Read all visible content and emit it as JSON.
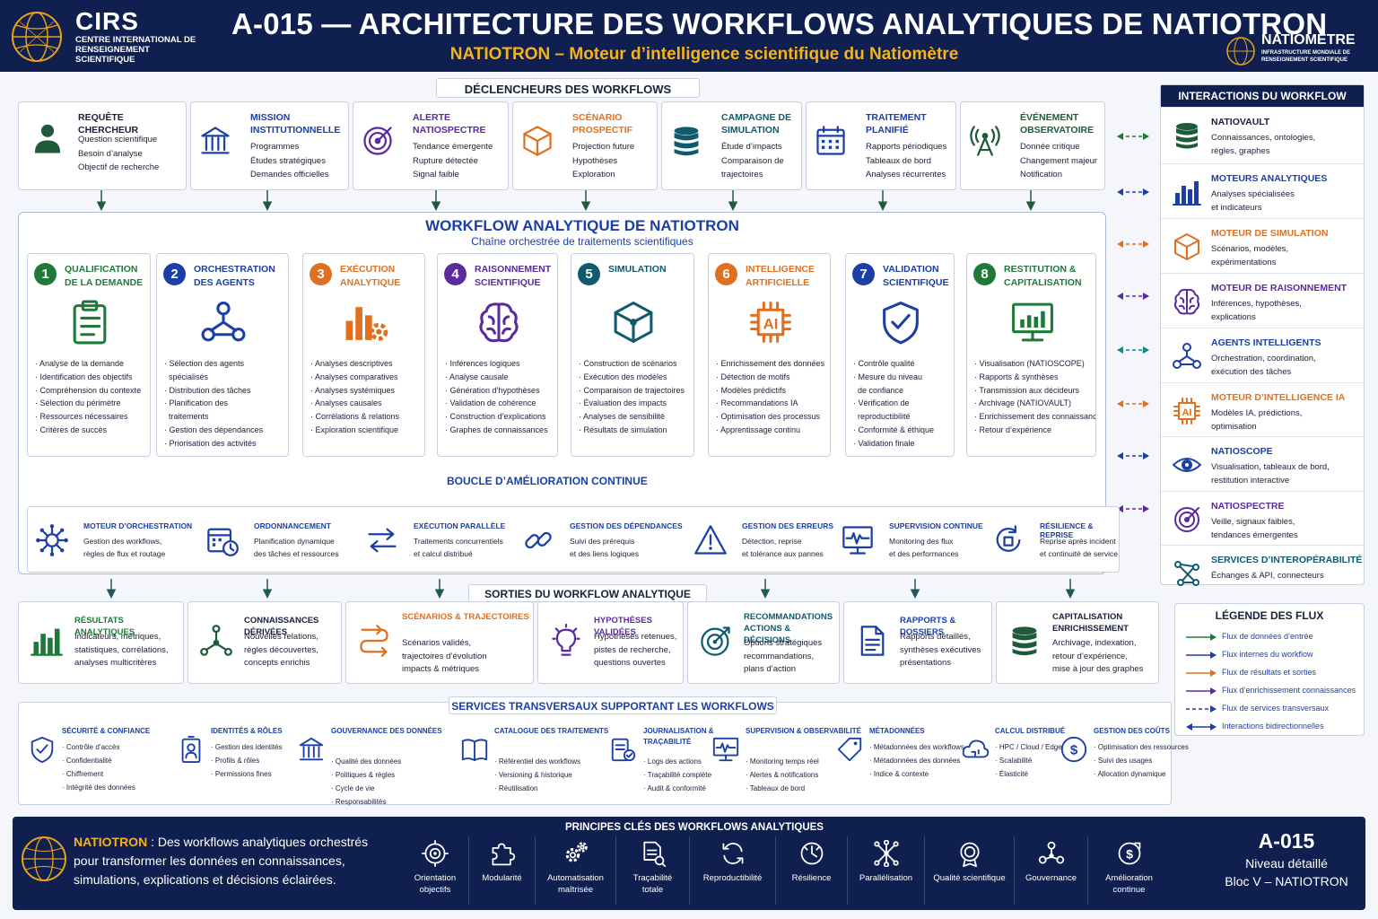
{
  "header": {
    "org_short": "CIRS",
    "org_full": "CENTRE INTERNATIONAL DE RENSEIGNEMENT SCIENTIFIQUE",
    "title": "A-015 — ARCHITECTURE DES WORKFLOWS ANALYTIQUES DE NATIOTRON",
    "subtitle": "NATIOTRON – Moteur d’intelligence scientifique du Natiomètre",
    "brand_right": "NATIOMÈTRE",
    "brand_right_sub": "INFRASTRUCTURE MONDIALE DE RENSEIGNEMENT SCIENTIFIQUE"
  },
  "triggers": {
    "section_title": "DÉCLENCHEURS DES WORKFLOWS",
    "items": [
      {
        "title": "REQUÊTE CHERCHEUR",
        "lines": [
          "Question scientifique",
          "Besoin d’analyse",
          "Objectif de recherche"
        ],
        "icon": "person-icon"
      },
      {
        "title": "MISSION INSTITUTIONNELLE",
        "lines": [
          "Programmes",
          "Études stratégiques",
          "Demandes officielles"
        ],
        "icon": "institution-icon"
      },
      {
        "title": "ALERTE NATIOSPECTRE",
        "lines": [
          "Tendance émergente",
          "Rupture détectée",
          "Signal faible"
        ],
        "icon": "target-icon"
      },
      {
        "title": "SCÉNARIO PROSPECTIF",
        "lines": [
          "Projection future",
          "Hypothèses",
          "Exploration"
        ],
        "icon": "cube-icon"
      },
      {
        "title": "CAMPAGNE DE SIMULATION",
        "lines": [
          "Étude d’impacts",
          "Comparaison de",
          "trajectoires"
        ],
        "icon": "database-icon"
      },
      {
        "title": "TRAITEMENT PLANIFIÉ",
        "lines": [
          "Rapports périodiques",
          "Tableaux de bord",
          "Analyses récurrentes"
        ],
        "icon": "calendar-icon"
      },
      {
        "title": "ÉVÉNEMENT OBSERVATOIRE",
        "lines": [
          "Donnée critique",
          "Changement majeur",
          "Notification"
        ],
        "icon": "antenna-icon"
      }
    ]
  },
  "workflow": {
    "title": "WORKFLOW ANALYTIQUE DE NATIOTRON",
    "subtitle": "Chaîne orchestrée de traitements scientifiques",
    "loop_label": "BOUCLE D’AMÉLIORATION CONTINUE",
    "steps": [
      {
        "num": "1",
        "title": "QUALIFICATION DE LA DEMANDE",
        "color": "#1f7a3a",
        "icon": "clipboard-icon",
        "lines": [
          "· Analyse de la demande",
          "· Identification des objectifs",
          "· Compréhension du contexte",
          "· Sélection du périmètre",
          "· Ressources nécessaires",
          "· Critères de succès"
        ]
      },
      {
        "num": "2",
        "title": "ORCHESTRATION DES AGENTS",
        "color": "#1b3fa6",
        "icon": "agents-icon",
        "lines": [
          "· Sélection des agents",
          "  spécialisés",
          "· Distribution des tâches",
          "· Planification des",
          "  traitements",
          "· Gestion des dépendances",
          "· Priorisation des activités"
        ]
      },
      {
        "num": "3",
        "title": "EXÉCUTION ANALYTIQUE",
        "color": "#e07020",
        "icon": "chart-gear-icon",
        "lines": [
          "· Analyses descriptives",
          "· Analyses comparatives",
          "· Analyses systémiques",
          "· Analyses causales",
          "· Corrélations & relations",
          "· Exploration scientifique"
        ]
      },
      {
        "num": "4",
        "title": "RAISONNEMENT SCIENTIFIQUE",
        "color": "#5b2a9e",
        "icon": "brain-icon",
        "lines": [
          "· Inférences logiques",
          "· Analyse causale",
          "· Génération d’hypothèses",
          "· Validation de cohérence",
          "· Construction d’explications",
          "· Graphes de connaissances"
        ]
      },
      {
        "num": "5",
        "title": "SIMULATION",
        "color": "#0f5a6e",
        "icon": "simulation-cube-icon",
        "lines": [
          "· Construction de scénarios",
          "· Exécution des modèles",
          "· Comparaison de trajectoires",
          "· Évaluation des impacts",
          "· Analyses de sensibilité",
          "· Résultats de simulation"
        ]
      },
      {
        "num": "6",
        "title": "INTELLIGENCE ARTIFICIELLE",
        "color": "#e07020",
        "icon": "ai-chip-icon",
        "lines": [
          "· Enrichissement des données",
          "· Détection de motifs",
          "· Modèles prédictifs",
          "· Recommandations IA",
          "· Optimisation des processus",
          "· Apprentissage continu"
        ]
      },
      {
        "num": "7",
        "title": "VALIDATION SCIENTIFIQUE",
        "color": "#1b3fa6",
        "icon": "shield-check-icon",
        "lines": [
          "· Contrôle qualité",
          "· Mesure du niveau",
          "  de confiance",
          "· Vérification de",
          "  reproductibilité",
          "· Conformité & éthique",
          "· Validation finale"
        ]
      },
      {
        "num": "8",
        "title": "RESTITUTION & CAPITALISATION",
        "color": "#1f7a3a",
        "icon": "monitor-chart-icon",
        "lines": [
          "· Visualisation (NATIOSCOPE)",
          "· Rapports & synthèses",
          "· Transmission aux décideurs",
          "· Archivage (NATIOVAULT)",
          "· Enrichissement des connaissances",
          "· Retour d’expérience"
        ]
      }
    ]
  },
  "infrastructure": [
    {
      "title": "MOTEUR D’ORCHESTRATION",
      "lines": [
        "Gestion des workflows,",
        "règles de flux et routage"
      ],
      "icon": "hub-icon"
    },
    {
      "title": "ORDONNANCEMENT",
      "lines": [
        "Planification dynamique",
        "des tâches et ressources"
      ],
      "icon": "calendar-clock-icon"
    },
    {
      "title": "EXÉCUTION PARALLÈLE",
      "lines": [
        "Traitements concurrentiels",
        "et calcul distribué"
      ],
      "icon": "parallel-arrows-icon"
    },
    {
      "title": "GESTION DES DÉPENDANCES",
      "lines": [
        "Suivi des prérequis",
        "et des liens logiques"
      ],
      "icon": "link-icon"
    },
    {
      "title": "GESTION DES ERREURS",
      "lines": [
        "Détection, reprise",
        "et tolérance aux pannes"
      ],
      "icon": "warning-icon"
    },
    {
      "title": "SUPERVISION CONTINUE",
      "lines": [
        "Monitoring des flux",
        "et des performances"
      ],
      "icon": "monitor-pulse-icon"
    },
    {
      "title": "RÉSILIENCE & REPRISE",
      "lines": [
        "Reprise après incident",
        "et continuité de service"
      ],
      "icon": "recovery-icon"
    }
  ],
  "outputs": {
    "section_title": "SORTIES DU WORKFLOW ANALYTIQUE",
    "items": [
      {
        "title": "RÉSULTATS ANALYTIQUES",
        "color": "#1f7a3a",
        "lines": [
          "Indicateurs, métriques,",
          "statistiques, corrélations,",
          "analyses multicritères"
        ],
        "icon": "bars-icon"
      },
      {
        "title": "CONNAISSANCES DÉRIVÉES",
        "color": "#1a1f3a",
        "lines": [
          "Nouvelles relations,",
          "règles découvertes,",
          "concepts enrichis"
        ],
        "icon": "graph-icon"
      },
      {
        "title": "SCÉNARIOS & TRAJECTOIRES",
        "color": "#e07020",
        "lines": [
          "Scénarios validés,",
          "trajectoires d’évolution",
          "impacts & métriques"
        ],
        "icon": "trajectory-icon"
      },
      {
        "title": "HYPOTHÈSES VALIDÉES",
        "color": "#5b2a9e",
        "lines": [
          "Hypothèses retenues,",
          "pistes de recherche,",
          "questions ouvertes"
        ],
        "icon": "lightbulb-icon"
      },
      {
        "title": "RECOMMANDATIONS ACTIONS & DÉCISIONS",
        "color": "#0f5a6e",
        "lines": [
          "Options stratégiques",
          "recommandations,",
          "plans d’action"
        ],
        "icon": "target-arrow-icon"
      },
      {
        "title": "RAPPORTS & DOSSIERS",
        "color": "#1b3fa6",
        "lines": [
          "Rapports détaillés,",
          "synthèses exécutives",
          "présentations"
        ],
        "icon": "document-icon"
      },
      {
        "title": "CAPITALISATION ENRICHISSEMENT",
        "color": "#1a1f3a",
        "lines": [
          "Archivage, indexation,",
          "retour d’expérience,",
          "mise à jour des graphes"
        ],
        "icon": "database-icon"
      }
    ]
  },
  "services": {
    "section_title": "SERVICES TRANSVERSAUX SUPPORTANT LES WORKFLOWS",
    "items": [
      {
        "title": "SÉCURITÉ & CONFIANCE",
        "lines": [
          "· Contrôle d’accès",
          "· Confidentialité",
          "· Chiffrement",
          "· Intégrité des données"
        ],
        "icon": "shield-check-icon"
      },
      {
        "title": "IDENTITÉS & RÔLES",
        "lines": [
          "· Gestion des identités",
          "· Profils & rôles",
          "· Permissions fines"
        ],
        "icon": "id-badge-icon"
      },
      {
        "title": "GOUVERNANCE DES DONNÉES",
        "lines": [
          "· Qualité des données",
          "· Politiques & règles",
          "· Cycle de vie",
          "· Responsabilités"
        ],
        "icon": "institution-icon"
      },
      {
        "title": "CATALOGUE DES TRAITEMENTS",
        "lines": [
          "· Référentiel des workflows",
          "· Versioning & historique",
          "· Réutilisation"
        ],
        "icon": "book-icon"
      },
      {
        "title": "JOURNALISATION & TRAÇABILITÉ",
        "lines": [
          "· Logs des actions",
          "· Traçabilité complète",
          "· Audit & conformité"
        ],
        "icon": "log-icon"
      },
      {
        "title": "SUPERVISION & OBSERVABILITÉ",
        "lines": [
          "· Monitoring temps réel",
          "· Alertes & notifications",
          "· Tableaux de bord"
        ],
        "icon": "monitor-pulse-icon"
      },
      {
        "title": "MÉTADONNÉES",
        "lines": [
          "· Métadonnées des workflows",
          "· Métadonnées des données",
          "· Indice & contexte"
        ],
        "icon": "tag-icon"
      },
      {
        "title": "CALCUL DISTRIBUÉ",
        "lines": [
          "· HPC / Cloud / Edge",
          "· Scalabilité",
          "· Élasticité"
        ],
        "icon": "cloud-icon"
      },
      {
        "title": "GESTION DES COÛTS",
        "lines": [
          "· Optimisation des ressources",
          "· Suivi des usages",
          "· Allocation dynamique"
        ],
        "icon": "cost-icon"
      }
    ]
  },
  "interactions": {
    "title": "INTERACTIONS DU WORKFLOW",
    "items": [
      {
        "title": "NATIOVAULT",
        "color": "#1a1f3a",
        "desc": [
          "Connaissances, ontologies,",
          "règles, graphes"
        ],
        "icon": "database-icon",
        "arrow": "#1f7a3a"
      },
      {
        "title": "MOTEURS ANALYTIQUES",
        "color": "#1b3fa6",
        "desc": [
          "Analyses spécialisées",
          "et indicateurs"
        ],
        "icon": "bars-icon",
        "arrow": "#1b3fa6"
      },
      {
        "title": "MOTEUR DE SIMULATION",
        "color": "#e07020",
        "desc": [
          "Scénarios, modèles,",
          "expérimentations"
        ],
        "icon": "cube-icon",
        "arrow": "#e07020"
      },
      {
        "title": "MOTEUR DE RAISONNEMENT",
        "color": "#5b2a9e",
        "desc": [
          "Inférences, hypothèses,",
          "explications"
        ],
        "icon": "brain-icon",
        "arrow": "#5b2a9e"
      },
      {
        "title": "AGENTS INTELLIGENTS",
        "color": "#1b3fa6",
        "desc": [
          "Orchestration, coordination,",
          "exécution des tâches"
        ],
        "icon": "agents-icon",
        "arrow": "#0f8a8a"
      },
      {
        "title": "MOTEUR D’INTELLIGENCE IA",
        "color": "#e07020",
        "desc": [
          "Modèles IA, prédictions,",
          "optimisation"
        ],
        "icon": "ai-chip-icon",
        "arrow": "#e07020"
      },
      {
        "title": "NATIOSCOPE",
        "color": "#1b3fa6",
        "desc": [
          "Visualisation, tableaux de bord,",
          "restitution interactive"
        ],
        "icon": "eye-icon",
        "arrow": "#1b3fa6"
      },
      {
        "title": "NATIOSPECTRE",
        "color": "#5b2a9e",
        "desc": [
          "Veille, signaux faibles,",
          "tendances émergentes"
        ],
        "icon": "target-icon",
        "arrow": "#5b2a9e"
      },
      {
        "title": "SERVICES D’INTEROPÉRABILITÉ",
        "color": "#0f5a6e",
        "desc": [
          "Échanges & API, connecteurs"
        ],
        "icon": "network-icon",
        "arrow": ""
      }
    ]
  },
  "legend": {
    "title": "LÉGENDE DES FLUX",
    "items": [
      {
        "label": "Flux de données d’entrée",
        "color": "#1f7a3a",
        "dashed": false
      },
      {
        "label": "Flux internes du workflow",
        "color": "#1b3fa6",
        "dashed": false
      },
      {
        "label": "Flux de résultats et sorties",
        "color": "#e07020",
        "dashed": false
      },
      {
        "label": "Flux d’enrichissement connaissances",
        "color": "#5b2a9e",
        "dashed": false
      },
      {
        "label": "Flux de services transversaux",
        "color": "#1b3fa6",
        "dashed": true
      },
      {
        "label": "Interactions bidirectionnelles",
        "color": "#1b3fa6",
        "dashed": false
      }
    ]
  },
  "footer": {
    "brand": "NATIOTRON",
    "statement": " : Des workflows analytiques orchestrés pour transformer les données en connaissances, simulations, explications et décisions éclairées.",
    "principles_title": "PRINCIPES CLÉS DES WORKFLOWS ANALYTIQUES",
    "principles": [
      {
        "label": "Orientation objectifs",
        "icon": "target-bulb-icon"
      },
      {
        "label": "Modularité",
        "icon": "puzzle-icon"
      },
      {
        "label": "Automatisation maîtrisée",
        "icon": "gears-icon"
      },
      {
        "label": "Traçabilité totale",
        "icon": "trace-doc-icon"
      },
      {
        "label": "Reproductibilité",
        "icon": "refresh-icon"
      },
      {
        "label": "Résilience",
        "icon": "resilience-icon"
      },
      {
        "label": "Parallélisation",
        "icon": "nodes-icon"
      },
      {
        "label": "Qualité scientifique",
        "icon": "quality-badge-icon"
      },
      {
        "label": "Gouvernance",
        "icon": "governance-icon"
      },
      {
        "label": "Amélioration continue",
        "icon": "improvement-icon"
      }
    ],
    "code": "A-015",
    "level": "Niveau détaillé",
    "bloc": "Bloc V – NATIOTRON"
  }
}
